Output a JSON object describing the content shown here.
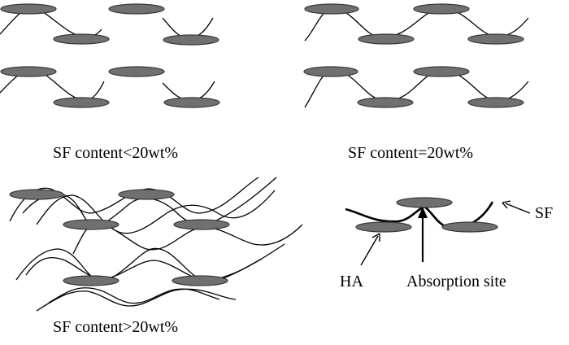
{
  "panels": {
    "low": {
      "caption": "SF content<20wt%"
    },
    "eq": {
      "caption": "SF content=20wt%"
    },
    "high": {
      "caption": "SF content>20wt%"
    }
  },
  "legend": {
    "sf_label": "SF",
    "ha_label": "HA",
    "site_label": "Absorption site"
  },
  "colors": {
    "ha_fill": "#707070",
    "ha_stroke": "#3a3a3a",
    "sf_line": "#000000",
    "background": "#ffffff"
  }
}
